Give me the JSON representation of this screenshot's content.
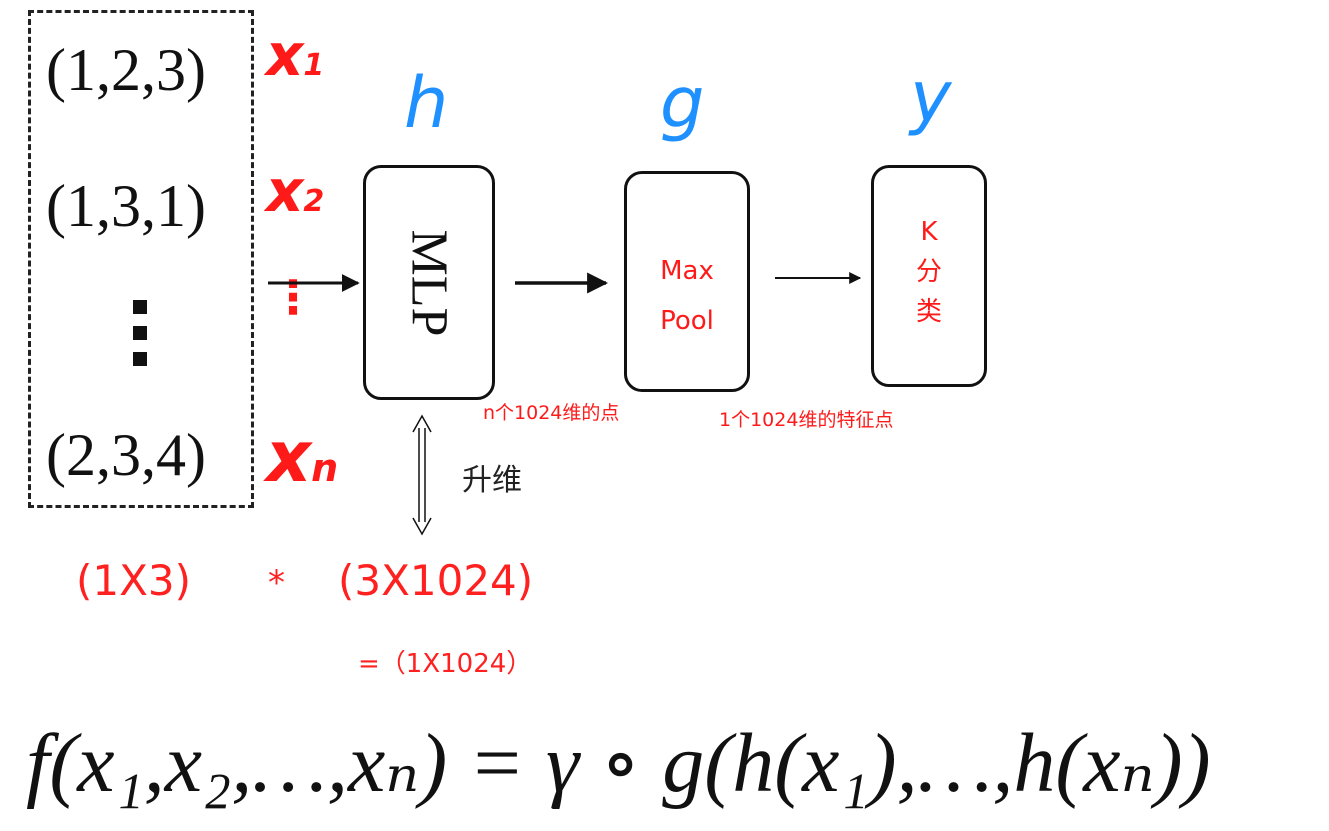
{
  "inputs": {
    "tuples": [
      "(1,2,3)",
      "(1,3,1)",
      "(2,3,4)"
    ],
    "labels": [
      {
        "base": "x",
        "sub": "1"
      },
      {
        "base": "x",
        "sub": "2"
      },
      {
        "base": "x",
        "sub": "n"
      }
    ]
  },
  "functions": {
    "h": "h",
    "g": "g",
    "y": "y"
  },
  "nodes": {
    "mlp": "MLP",
    "max_pool": "Max\nPool",
    "classify": "K\n分\n类"
  },
  "annotations": {
    "after_mlp": "n个1024维的点",
    "after_pool": "1个1024维的特征点",
    "lift": "升维"
  },
  "equation": {
    "left": "(1X3)",
    "operator": "*",
    "right": "(3X1024)",
    "result": "=（1X1024）"
  },
  "formula": "f(x₁,x₂,…,xₙ) = γ ∘ g(h(x₁),…,h(xₙ))",
  "colors": {
    "annotation_red": "#ff1a1a",
    "function_blue": "#1e90ff",
    "ink": "#111111"
  }
}
